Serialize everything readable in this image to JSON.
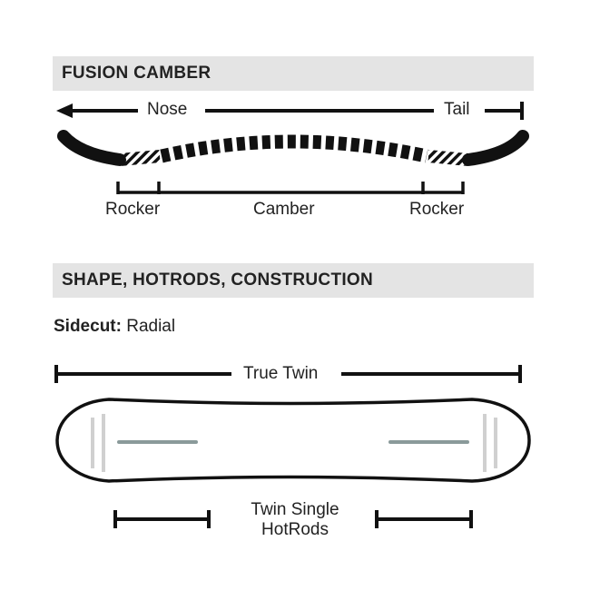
{
  "camber_section": {
    "title": "FUSION CAMBER",
    "nose_label": "Nose",
    "tail_label": "Tail",
    "rocker_left_label": "Rocker",
    "camber_label": "Camber",
    "rocker_right_label": "Rocker"
  },
  "shape_section": {
    "title": "SHAPE, HOTRODS, CONSTRUCTION",
    "sidecut_label": "Sidecut:",
    "sidecut_value": "Radial",
    "twin_label": "True Twin",
    "hotrods_line1": "Twin Single",
    "hotrods_line2": "HotRods"
  },
  "colors": {
    "text": "#222222",
    "header_bg": "#e4e4e4",
    "board_stroke": "#111111",
    "hotrod": "#8a9a9a",
    "insert_lines": "#d0d0d0"
  }
}
